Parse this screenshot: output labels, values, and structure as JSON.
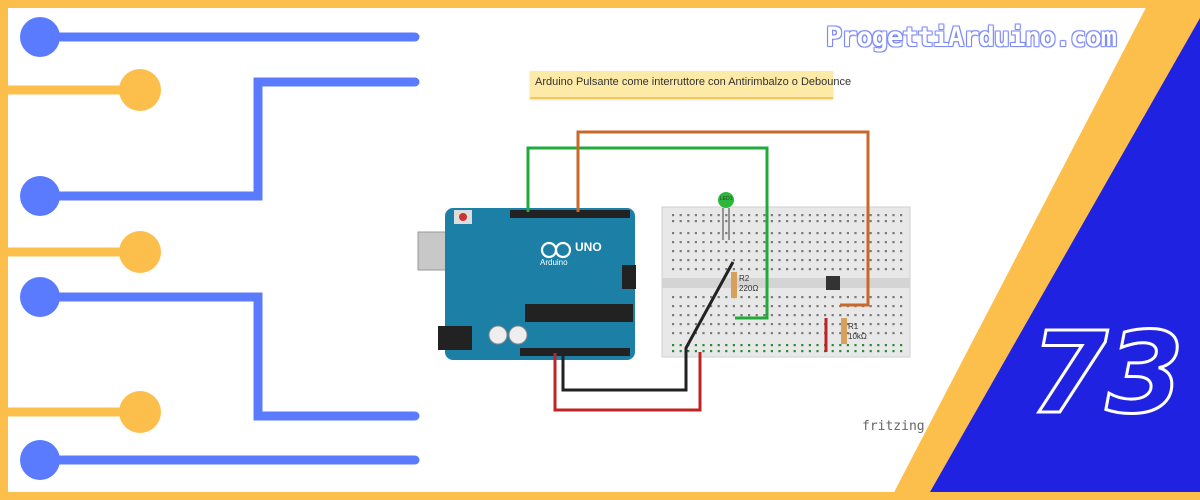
{
  "site_title": "ProgettiArduino.com",
  "episode_number": "73",
  "diagram": {
    "note": "Arduino Pulsante come interruttore con Antirimbalzo o Debounce",
    "brand": "fritzing",
    "board_label": "UNO",
    "board_sublabel": "Arduino",
    "resistor_r2": {
      "name": "R2",
      "value": "220Ω"
    },
    "resistor_r1": {
      "name": "R1",
      "value": "10kΩ"
    },
    "led_label": "LED1"
  },
  "colors": {
    "frame_orange": "#fdbf4c",
    "trace_blue": "#5b7bff",
    "triangle_blue": "#1f22e0",
    "board_teal": "#1c7fa6",
    "wire_green": "#1fab3a",
    "wire_orange": "#c8692a",
    "wire_red": "#c02323",
    "wire_black": "#222222"
  }
}
